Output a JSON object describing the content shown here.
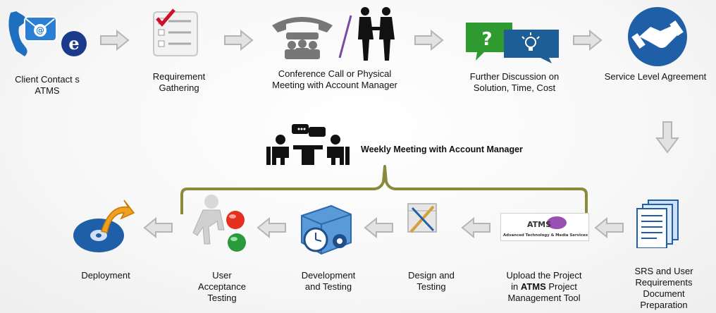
{
  "steps": [
    {
      "id": "client-contact",
      "lines": [
        "Client Contact s",
        "ATMS"
      ]
    },
    {
      "id": "requirement-gathering",
      "lines": [
        "Requirement",
        "Gathering"
      ]
    },
    {
      "id": "conference-call",
      "lines": [
        "Conference Call or Physical",
        "Meeting with Account Manager"
      ]
    },
    {
      "id": "further-discussion",
      "lines": [
        "Further Discussion on",
        "Solution, Time,  Cost"
      ]
    },
    {
      "id": "service-level-agreement",
      "lines": [
        "Service Level Agreement"
      ]
    },
    {
      "id": "srs-document",
      "lines": [
        "SRS and User",
        "Requirements",
        "Document",
        "Preparation"
      ]
    },
    {
      "id": "upload-project",
      "lines": [
        "Upload the Project",
        "in ",
        "ATMS",
        " Project",
        "Management Tool"
      ]
    },
    {
      "id": "design-testing",
      "lines": [
        "Design and",
        "Testing"
      ]
    },
    {
      "id": "development-testing",
      "lines": [
        "Development",
        "and Testing"
      ]
    },
    {
      "id": "user-acceptance",
      "lines": [
        "User",
        "Acceptance",
        "Testing"
      ]
    },
    {
      "id": "deployment",
      "lines": [
        "Deployment"
      ]
    }
  ],
  "weekly_meeting": "Weekly Meeting with Account Manager",
  "atms_logo": {
    "name": "ATMS",
    "tagline": "Advanced Technology & Media Services"
  },
  "colors": {
    "arrow_fill": "#e2e2e2",
    "arrow_stroke": "#b5b5b5",
    "bracket": "#8a8a3a",
    "blue": "#1f5fa8",
    "green": "#2e8b2e",
    "purple": "#8a3fa0"
  }
}
